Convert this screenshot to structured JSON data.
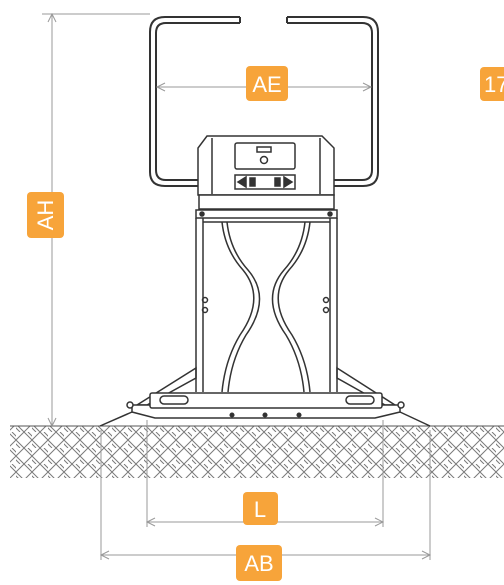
{
  "labels": {
    "ae": "AE",
    "ah": "AH",
    "l": "L",
    "ab": "AB",
    "partial_number": "17"
  },
  "colors": {
    "label_bg": "#f7a43a",
    "line": "#333333",
    "dim_line": "#9a9a9a",
    "ground": "#6b6b6b"
  }
}
